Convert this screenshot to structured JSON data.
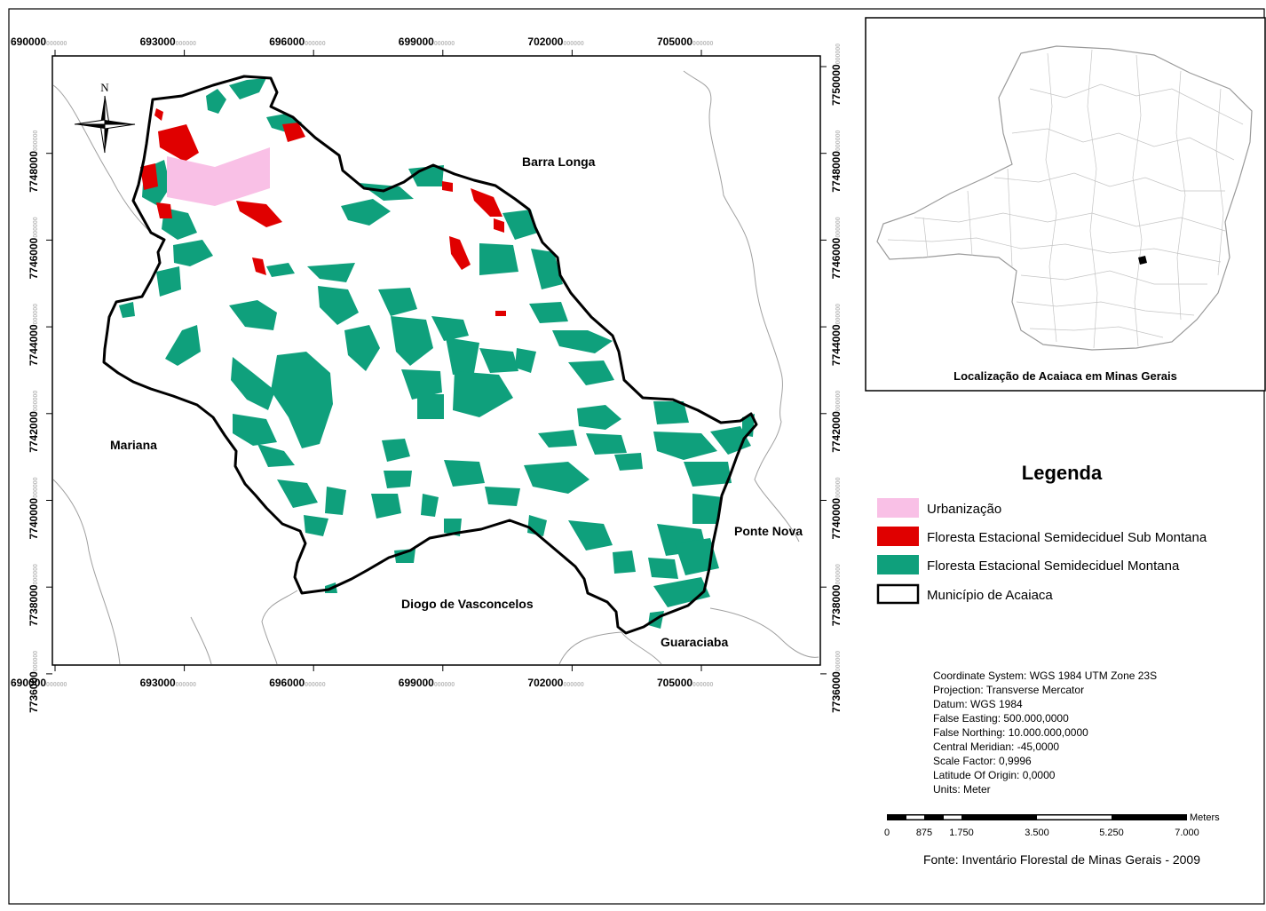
{
  "map": {
    "x_ticks": [
      "690000",
      "693000",
      "696000",
      "699000",
      "702000",
      "705000"
    ],
    "y_ticks": [
      "7750000",
      "7748000",
      "7746000",
      "7744000",
      "7742000",
      "7740000",
      "7738000",
      "7736000"
    ],
    "left_y_ticks": [
      "7748000",
      "7746000",
      "7744000",
      "7742000",
      "7740000",
      "7738000",
      "7736000"
    ],
    "tick_suffix": "000000",
    "north_label": "N",
    "places": {
      "barra_longa": "Barra Longa",
      "mariana": "Mariana",
      "ponte_nova": "Ponte Nova",
      "diogo": "Diogo de Vasconcelos",
      "guaraciaba": "Guaraciaba"
    },
    "colors": {
      "urban": "#f9c0e6",
      "submontana": "#e00000",
      "montana": "#0fa07c",
      "boundary": "#000000",
      "neighbors": "#a0a0a0"
    }
  },
  "inset": {
    "caption": "Localização de Acaiaca em Minas Gerais"
  },
  "legend": {
    "title": "Legenda",
    "items": [
      {
        "label": "Urbanização",
        "color": "#f9c0e6"
      },
      {
        "label": "Floresta Estacional Semideciduel Sub Montana",
        "color": "#e00000"
      },
      {
        "label": "Floresta Estacional Semideciduel Montana",
        "color": "#0fa07c"
      },
      {
        "label": "Município de Acaiaca",
        "color": "#ffffff"
      }
    ]
  },
  "projection": {
    "lines": [
      "Coordinate System: WGS 1984 UTM Zone 23S",
      "Projection: Transverse Mercator",
      "Datum: WGS 1984",
      "False Easting: 500.000,0000",
      "False Northing: 10.000.000,0000",
      "Central Meridian: -45,0000",
      "Scale Factor: 0,9996",
      "Latitude Of Origin: 0,0000",
      "Units: Meter"
    ]
  },
  "scalebar": {
    "unit": "Meters",
    "labels": [
      "0",
      "875",
      "1.750",
      "3.500",
      "5.250",
      "7.000"
    ]
  },
  "source": "Fonte: Inventário Florestal de Minas Gerais - 2009"
}
